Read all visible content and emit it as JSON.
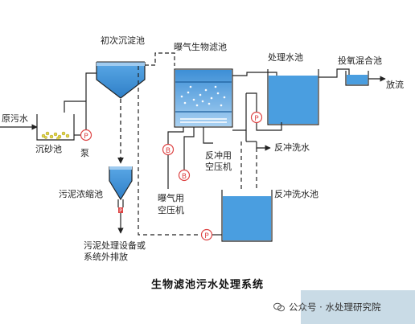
{
  "diagram": {
    "caption": "生物滤池污水处理系统",
    "labels": {
      "primary_settling_tank": "初次沉淀池",
      "aerated_biofilter": "曝气生物滤池",
      "treated_water_tank": "处理水池",
      "chlorination_tank": "投氧混合池",
      "discharge": "放流",
      "raw_sewage": "原污水",
      "grit_chamber": "沉砂池",
      "pump": "泵",
      "backwash_water": "反冲洗水",
      "backwash_compressor_line1": "反冲用",
      "backwash_compressor_line2": "空压机",
      "aeration_compressor_line1": "曝气用",
      "aeration_compressor_line2": "空压机",
      "sludge_thickener": "污泥浓缩池",
      "backwash_tank": "反冲洗水池",
      "sludge_disposal_line1": "污泥处理设备或",
      "sludge_disposal_line2": "系统外排放"
    },
    "symbols": {
      "pump": "P",
      "blower": "B"
    },
    "colors": {
      "water": "#4a9ee0",
      "water_light": "#9fcbf0",
      "line": "#222222"
    }
  },
  "watermark": {
    "text": "公众号 · 水处理研究院"
  }
}
